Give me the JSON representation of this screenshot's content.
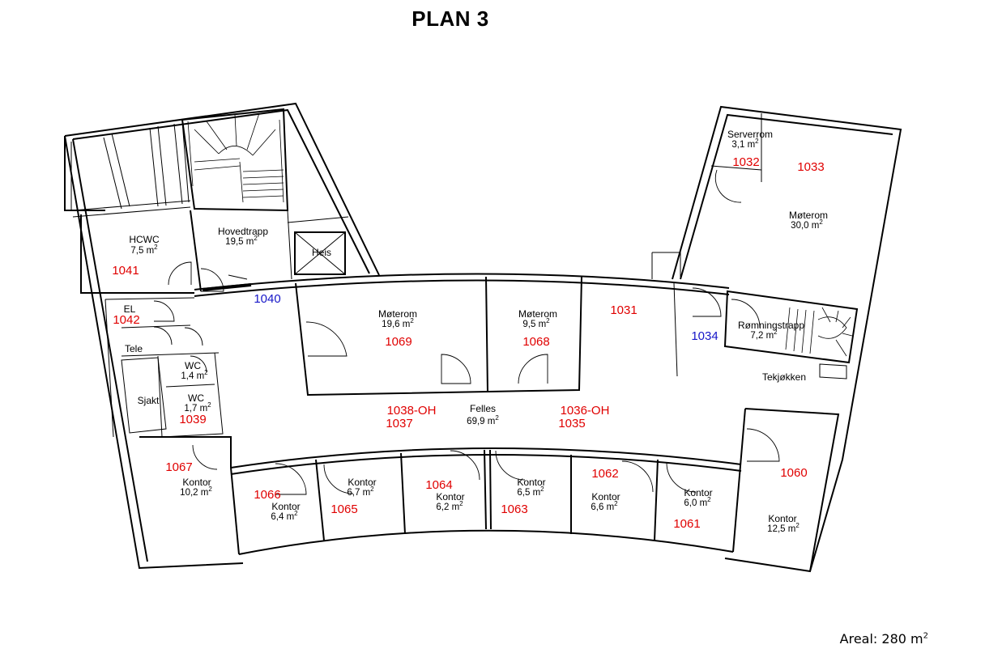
{
  "title": "PLAN 3",
  "areal": {
    "label": "Areal:",
    "value": "280",
    "unit": "m",
    "unit_sup": "2"
  },
  "area_unit": "m",
  "area_unit_sup": "2",
  "colors": {
    "room_number": "#e00000",
    "stair_number": "#1616c8",
    "walls": "#000000"
  },
  "rooms": [
    {
      "id": "hcwc",
      "name": "HCWC",
      "area": "7,5",
      "number": "1041"
    },
    {
      "id": "hovedtrapp",
      "name": "Hovedtrapp",
      "area": "19,5",
      "number": "1040",
      "number_color": "blue"
    },
    {
      "id": "heis",
      "name": "Heis",
      "area": "",
      "number": ""
    },
    {
      "id": "el",
      "name": "EL",
      "area": "",
      "number": "1042"
    },
    {
      "id": "tele",
      "name": "Tele",
      "area": "",
      "number": ""
    },
    {
      "id": "wc1",
      "name": "WC",
      "area": "1,4",
      "number": ""
    },
    {
      "id": "wc2",
      "name": "WC",
      "area": "1,7",
      "number": "1039"
    },
    {
      "id": "sjakt",
      "name": "Sjakt",
      "area": "",
      "number": ""
    },
    {
      "id": "moterom-1069",
      "name": "Møterom",
      "area": "19,6",
      "number": "1069"
    },
    {
      "id": "moterom-1068",
      "name": "Møterom",
      "area": "9,5",
      "number": "1068"
    },
    {
      "id": "room-1031",
      "name": "",
      "area": "",
      "number": "1031"
    },
    {
      "id": "serverrom",
      "name": "Serverrom",
      "area": "3,1",
      "number": "1032"
    },
    {
      "id": "moterom-1033",
      "name": "Møterom",
      "area": "30,0",
      "number": "1033"
    },
    {
      "id": "romningstrapp",
      "name": "Rømningstrapp",
      "area": "7,2",
      "number": "1034",
      "number_color": "blue"
    },
    {
      "id": "tekjokken",
      "name": "Tekjøkken",
      "area": "",
      "number": ""
    },
    {
      "id": "felles",
      "name": "Felles",
      "area": "69,9",
      "number": ""
    },
    {
      "id": "kontor-1067",
      "name": "Kontor",
      "area": "10,2",
      "number": "1067"
    },
    {
      "id": "kontor-1066",
      "name": "Kontor",
      "area": "6,4",
      "number": "1066"
    },
    {
      "id": "kontor-1065",
      "name": "Kontor",
      "area": "6,7",
      "number": "1065"
    },
    {
      "id": "kontor-1064",
      "name": "Kontor",
      "area": "6,2",
      "number": "1064"
    },
    {
      "id": "kontor-1063",
      "name": "Kontor",
      "area": "6,5",
      "number": "1063"
    },
    {
      "id": "kontor-1062",
      "name": "Kontor",
      "area": "6,6",
      "number": "1062"
    },
    {
      "id": "kontor-1061",
      "name": "Kontor",
      "area": "6,0",
      "number": "1061"
    },
    {
      "id": "kontor-1060",
      "name": "Kontor",
      "area": "12,5",
      "number": "1060"
    }
  ],
  "zone_labels": [
    {
      "id": "z1038",
      "text": "1038-OH"
    },
    {
      "id": "z1037",
      "text": "1037"
    },
    {
      "id": "z1036",
      "text": "1036-OH"
    },
    {
      "id": "z1035",
      "text": "1035"
    }
  ]
}
